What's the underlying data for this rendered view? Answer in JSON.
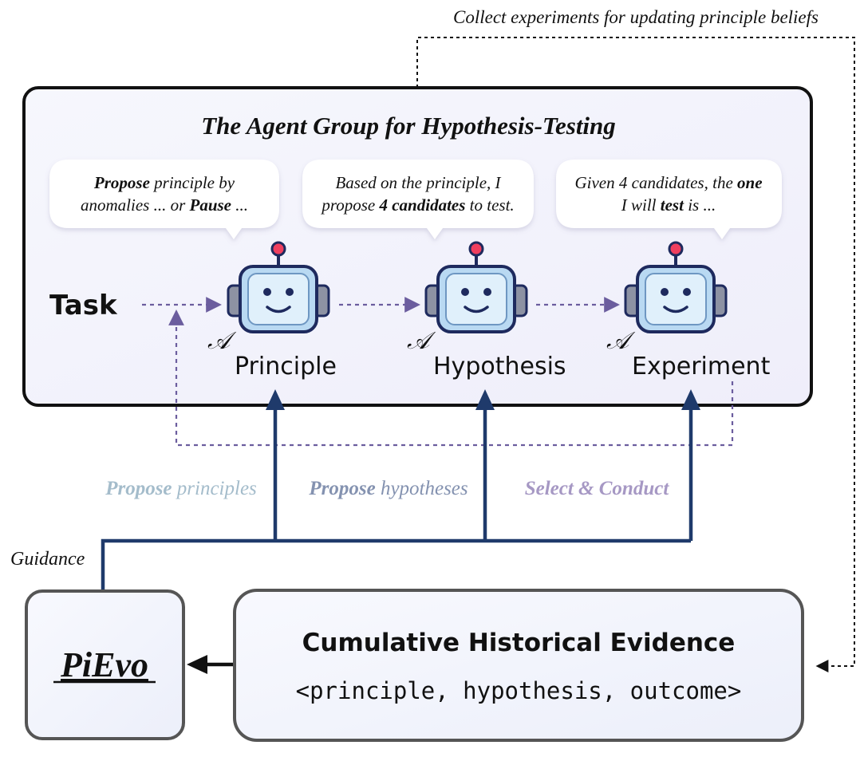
{
  "top_note": "Collect experiments for updating principle beliefs",
  "group": {
    "title": "The Agent Group for Hypothesis-Testing",
    "task_label": "Task"
  },
  "agents": [
    {
      "symbol": "𝒜",
      "name": "Principle",
      "bubble": [
        [
          {
            "t": "Propose",
            "b": true
          },
          {
            "t": " principle by"
          }
        ],
        [
          {
            "t": "anomalies ... or "
          },
          {
            "t": "Pause",
            "b": true
          },
          {
            "t": " ..."
          }
        ]
      ]
    },
    {
      "symbol": "𝒜",
      "name": "Hypothesis",
      "bubble": [
        [
          {
            "t": "Based on the principle, I"
          }
        ],
        [
          {
            "t": "propose "
          },
          {
            "t": "4 candidates",
            "b": true
          },
          {
            "t": " to test."
          }
        ]
      ]
    },
    {
      "symbol": "𝒜",
      "name": "Experiment",
      "bubble": [
        [
          {
            "t": "Given 4 candidates, the "
          },
          {
            "t": "one",
            "b": true
          }
        ],
        [
          {
            "t": "I will "
          },
          {
            "t": "test",
            "b": true
          },
          {
            "t": " is ..."
          }
        ]
      ]
    }
  ],
  "actions": [
    {
      "bold": "Propose",
      "rest": " principles",
      "color": "#a4bccb"
    },
    {
      "bold": "Propose",
      "rest": " hypotheses",
      "color": "#8492b0"
    },
    {
      "bold": "Select & Conduct",
      "rest": "",
      "color": "#a698c4"
    }
  ],
  "guidance_label": "Guidance",
  "pievo": {
    "name": "PiEvo"
  },
  "evidence": {
    "title": "Cumulative Historical Evidence",
    "tuple": "<principle, hypothesis, outcome>"
  },
  "colors": {
    "navy": "#1f3a6b",
    "dashed_purple": "#6b5d9e",
    "panel_border": "#111111",
    "bottom_border": "#555555"
  }
}
